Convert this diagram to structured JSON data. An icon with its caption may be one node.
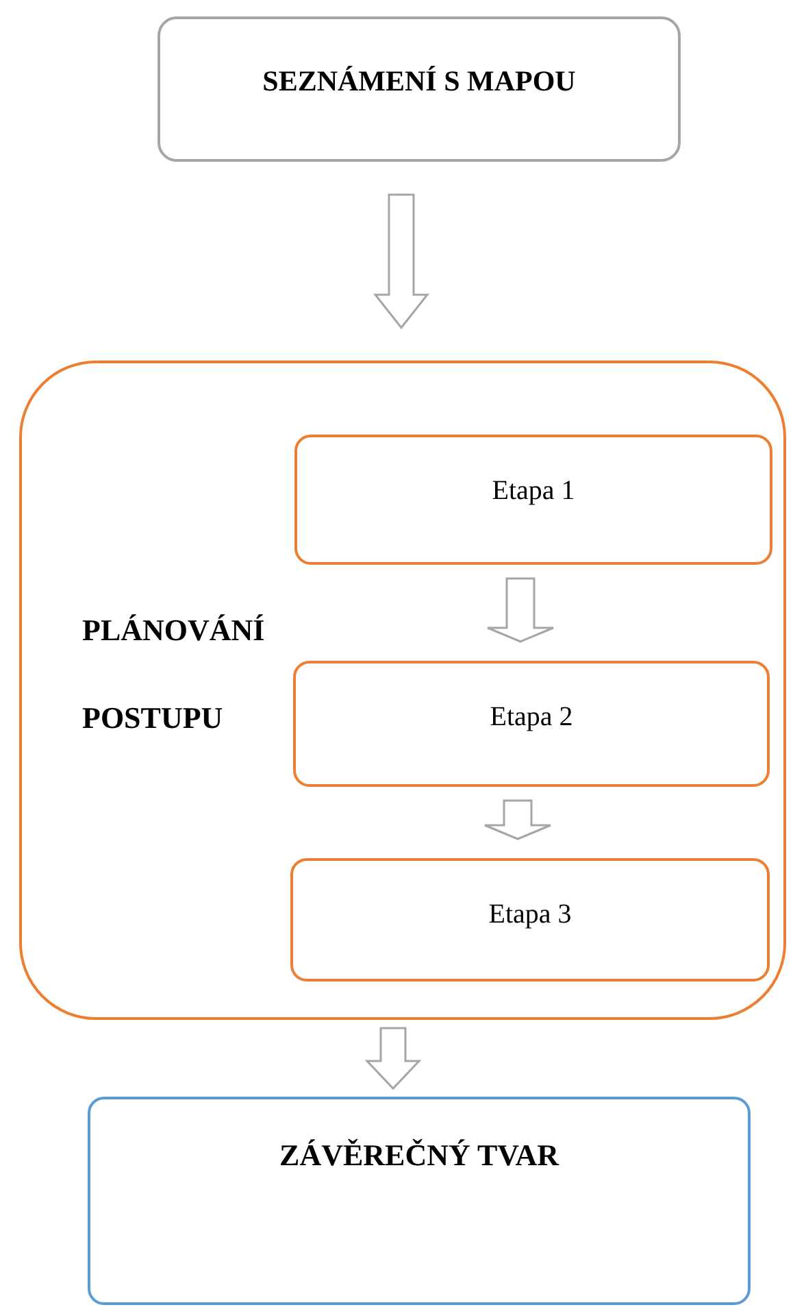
{
  "diagram": {
    "nodes": [
      {
        "text": [
          "SEZNÁMENÍ S MAPOU"
        ]
      },
      {
        "text": [
          "PLÁNOVÁNÍ POSTUPU"
        ]
      },
      {
        "text": [
          "Etapa 1"
        ],
        "in": 1
      },
      {
        "text": [
          "Etapa 2"
        ],
        "in": 1
      },
      {
        "text": [
          "Etapa 3"
        ],
        "in": 1
      },
      {
        "text": [
          "ZÁVĚREČNÝ TVAR"
        ]
      }
    ],
    "edges": [
      {
        "from": 0,
        "to": 1,
        "arrow": "to"
      },
      {
        "from": 2,
        "to": 3,
        "arrow": "to"
      },
      {
        "from": 3,
        "to": 4,
        "arrow": "to"
      },
      {
        "from": 1,
        "to": 5,
        "arrow": "to"
      }
    ]
  }
}
